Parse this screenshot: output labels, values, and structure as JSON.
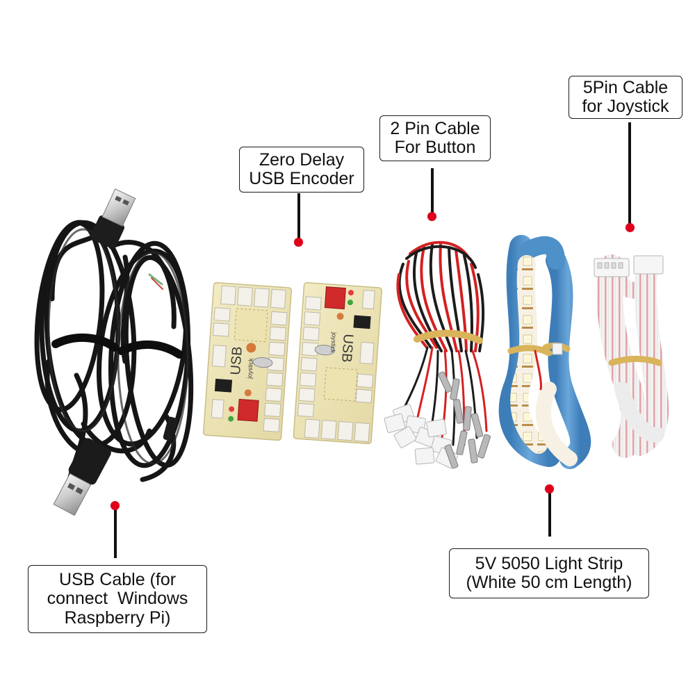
{
  "labels": {
    "usb_cable": {
      "line1": "USB Cable (for",
      "line2": "connect  Windows",
      "line3": "Raspberry Pi)"
    },
    "encoder": {
      "line1": "Zero Delay",
      "line2": "USB Encoder"
    },
    "two_pin": {
      "line1": "2 Pin Cable",
      "line2": "For Button"
    },
    "five_pin": {
      "line1": "5Pin Cable",
      "line2": "for Joystick"
    },
    "light_strip": {
      "line1": "5V 5050 Light Strip",
      "line2": "(White 50 cm Length)"
    }
  },
  "board_text": {
    "usb": "USB",
    "joystick": "joystick"
  },
  "colors": {
    "pointer_dot": "#e0001b",
    "pointer_line": "#111111",
    "pcb": "#efe7b8",
    "connector": "#f3f1ea",
    "cable_black": "#1c1c1c",
    "cable_red": "#d32121",
    "led_strip_blue": "#4e90c8",
    "ribbon_red": "#d98b8f"
  }
}
